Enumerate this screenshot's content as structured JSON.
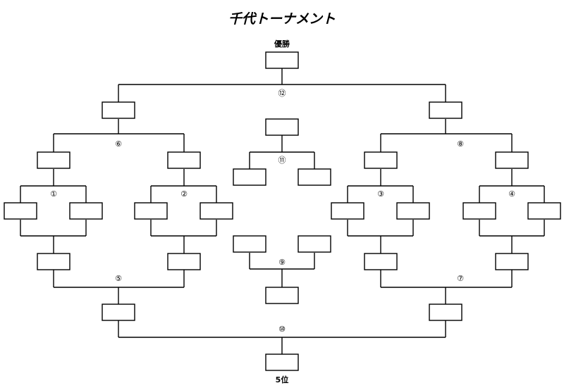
{
  "title": "千代トーナメント",
  "labels": {
    "champion": "優勝",
    "fifth_place": "5位"
  },
  "match_numbers": [
    "①",
    "②",
    "③",
    "④",
    "⑤",
    "⑥",
    "⑦",
    "⑧",
    "⑨",
    "⑩",
    "⑪",
    "⑫"
  ],
  "entry_boxes": 8
}
